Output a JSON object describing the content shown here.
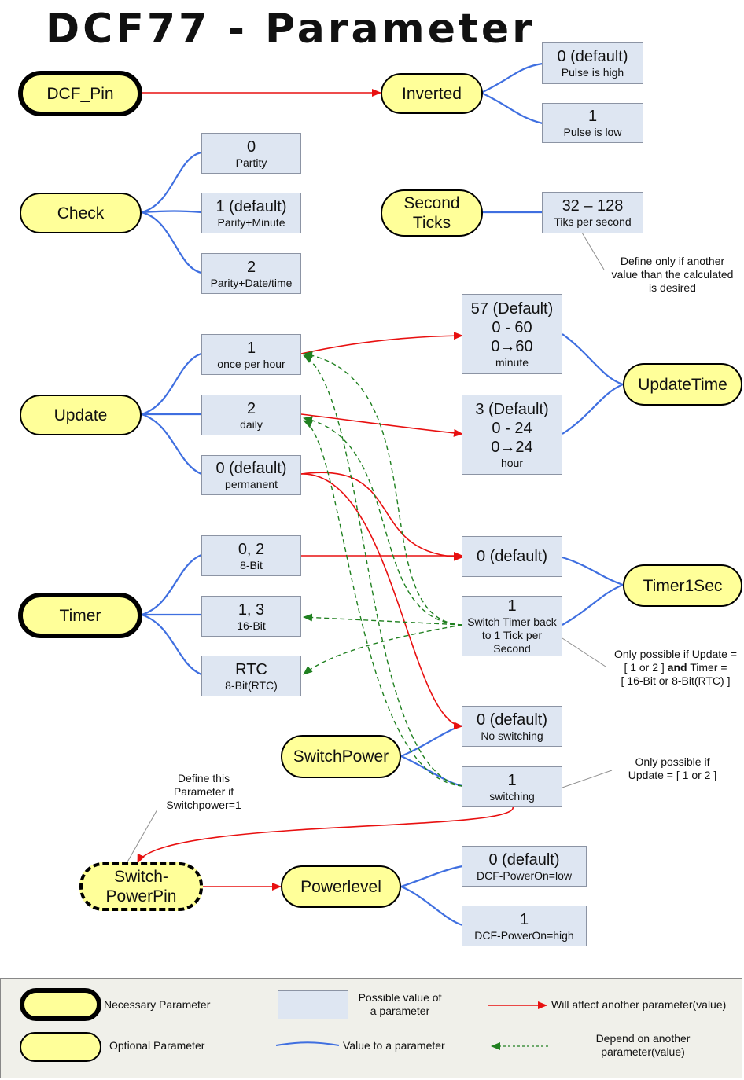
{
  "title": "DCF77 - Parameter",
  "params": {
    "dcf_pin": "DCF_Pin",
    "inverted": "Inverted",
    "check": "Check",
    "second_ticks": "Second\nTicks",
    "update": "Update",
    "update_time": "UpdateTime",
    "timer": "Timer",
    "timer1sec": "Timer1Sec",
    "switch_power": "SwitchPower",
    "switch_power_pin": "Switch-\nPowerPin",
    "powerlevel": "Powerlevel"
  },
  "values": {
    "inv0": [
      "0 (default)",
      "Pulse is high"
    ],
    "inv1": [
      "1",
      "Pulse is low"
    ],
    "chk0": [
      "0",
      "Partity"
    ],
    "chk1": [
      "1 (default)",
      "Parity+Minute"
    ],
    "chk2": [
      "2",
      "Parity+Date/time"
    ],
    "ticks": [
      "32 – 128",
      "Tiks per second"
    ],
    "upd1": [
      "1",
      "once per hour"
    ],
    "upd2": [
      "2",
      "daily"
    ],
    "upd0": [
      "0 (default)",
      "permanent"
    ],
    "minute": [
      "57  (Default)",
      "0 - 60",
      "0→60",
      "minute"
    ],
    "hour": [
      "3 (Default)",
      "0 - 24",
      "0→24",
      "hour"
    ],
    "tim02": [
      "0, 2",
      "8-Bit"
    ],
    "tim13": [
      "1, 3",
      "16-Bit"
    ],
    "timrtc": [
      "RTC",
      "8-Bit(RTC)"
    ],
    "t1s0": [
      "0 (default)"
    ],
    "t1s1": [
      "1",
      "Switch Timer back\nto 1 Tick per\nSecond"
    ],
    "sw0": [
      "0 (default)",
      "No switching"
    ],
    "sw1": [
      "1",
      "switching"
    ],
    "pl0": [
      "0 (default)",
      "DCF-PowerOn=low"
    ],
    "pl1": [
      "1",
      "DCF-PowerOn=high"
    ]
  },
  "notes": {
    "ticks": "Define only if another\nvalue than the calculated\nis desired",
    "timer1sec_a": "Only possible if Update =\n[ 1 or 2 ] ",
    "timer1sec_and": "and",
    "timer1sec_b": " Timer =\n[ 16-Bit or 8-Bit(RTC) ]",
    "switching": "Only possible if\nUpdate = [ 1 or 2 ]",
    "switchpin": "Define this\nParameter if\nSwitchpower=1"
  },
  "legend": {
    "necessary": "Necessary Parameter",
    "optional": "Optional Parameter",
    "possible": "Possible value of\na parameter",
    "value_to": "Value to a parameter",
    "affect": "Will affect another parameter(value)",
    "depend": "Depend on another\nparameter(value)"
  },
  "colors": {
    "param_fill": "#ffff99",
    "value_fill": "#dee6f2",
    "blue_line": "#3f6fe0",
    "red_arrow": "#e81010",
    "green_dashed": "#208020",
    "legend_bg": "#f0f0ea"
  }
}
